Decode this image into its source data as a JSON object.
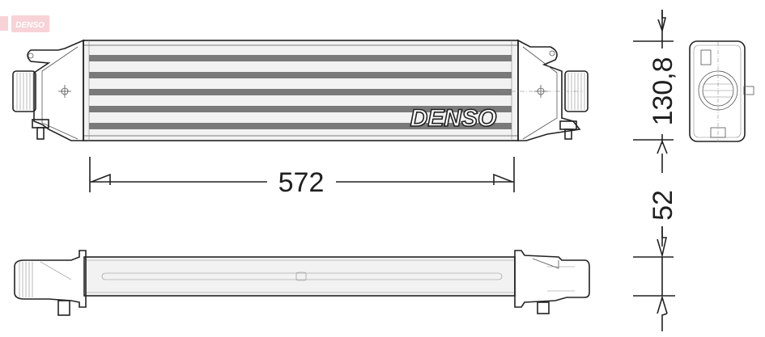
{
  "logo": {
    "text": "DENSO",
    "color": "#e8a0a8",
    "bg": "#f7d3d8"
  },
  "core_brand": {
    "text": "DENSO"
  },
  "dimensions": {
    "length": "572",
    "height": "130,8",
    "depth": "52"
  },
  "views": {
    "front": "front-view",
    "top": "top-view",
    "side": "side-view"
  },
  "colors": {
    "line": "#222222",
    "tube": "#7a7a7a",
    "fin": "#e6e6e6"
  }
}
